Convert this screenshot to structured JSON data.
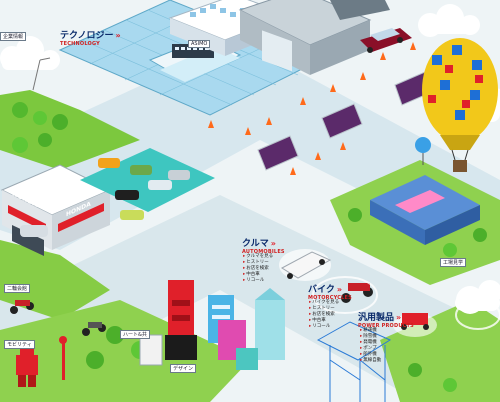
{
  "scene": {
    "categories": {
      "technology": {
        "label": "テクノロジー",
        "sub": "TECHNOLOGY"
      },
      "car": {
        "label": "クルマ",
        "sub": "AUTOMOBILES",
        "items": [
          "クルマを見る",
          "ヒストリー",
          "お店を検索",
          "中古車",
          "リコール"
        ]
      },
      "bike": {
        "label": "バイク",
        "sub": "MOTORCYCLES",
        "items": [
          "バイクを見る",
          "ヒストリー",
          "お店を検索",
          "中古車",
          "リコール"
        ]
      },
      "power": {
        "label": "汎用製品",
        "sub": "POWER PRODUCTS",
        "items": [
          "耕運機",
          "除雪機",
          "発電機",
          "ポンプ",
          "船外機",
          "無線自動"
        ]
      }
    },
    "signs": {
      "honda_dealer": "HONDA",
      "honda_dealer_right": "HONDA",
      "asimo": "ASIMO",
      "kizuna": "ハート&共",
      "design": "デザイン",
      "building_sign": "企業情報",
      "event_sign": "工場見学",
      "trade": "二輪会館",
      "mobility": "モビリティ"
    },
    "colors": {
      "sky": "#eef4f6",
      "grass": "#8fd14f",
      "road": "#d8e8ee",
      "plaza": "#a9d9ef",
      "honda_red": "#e0202a",
      "navy": "#0a2a6a"
    }
  }
}
